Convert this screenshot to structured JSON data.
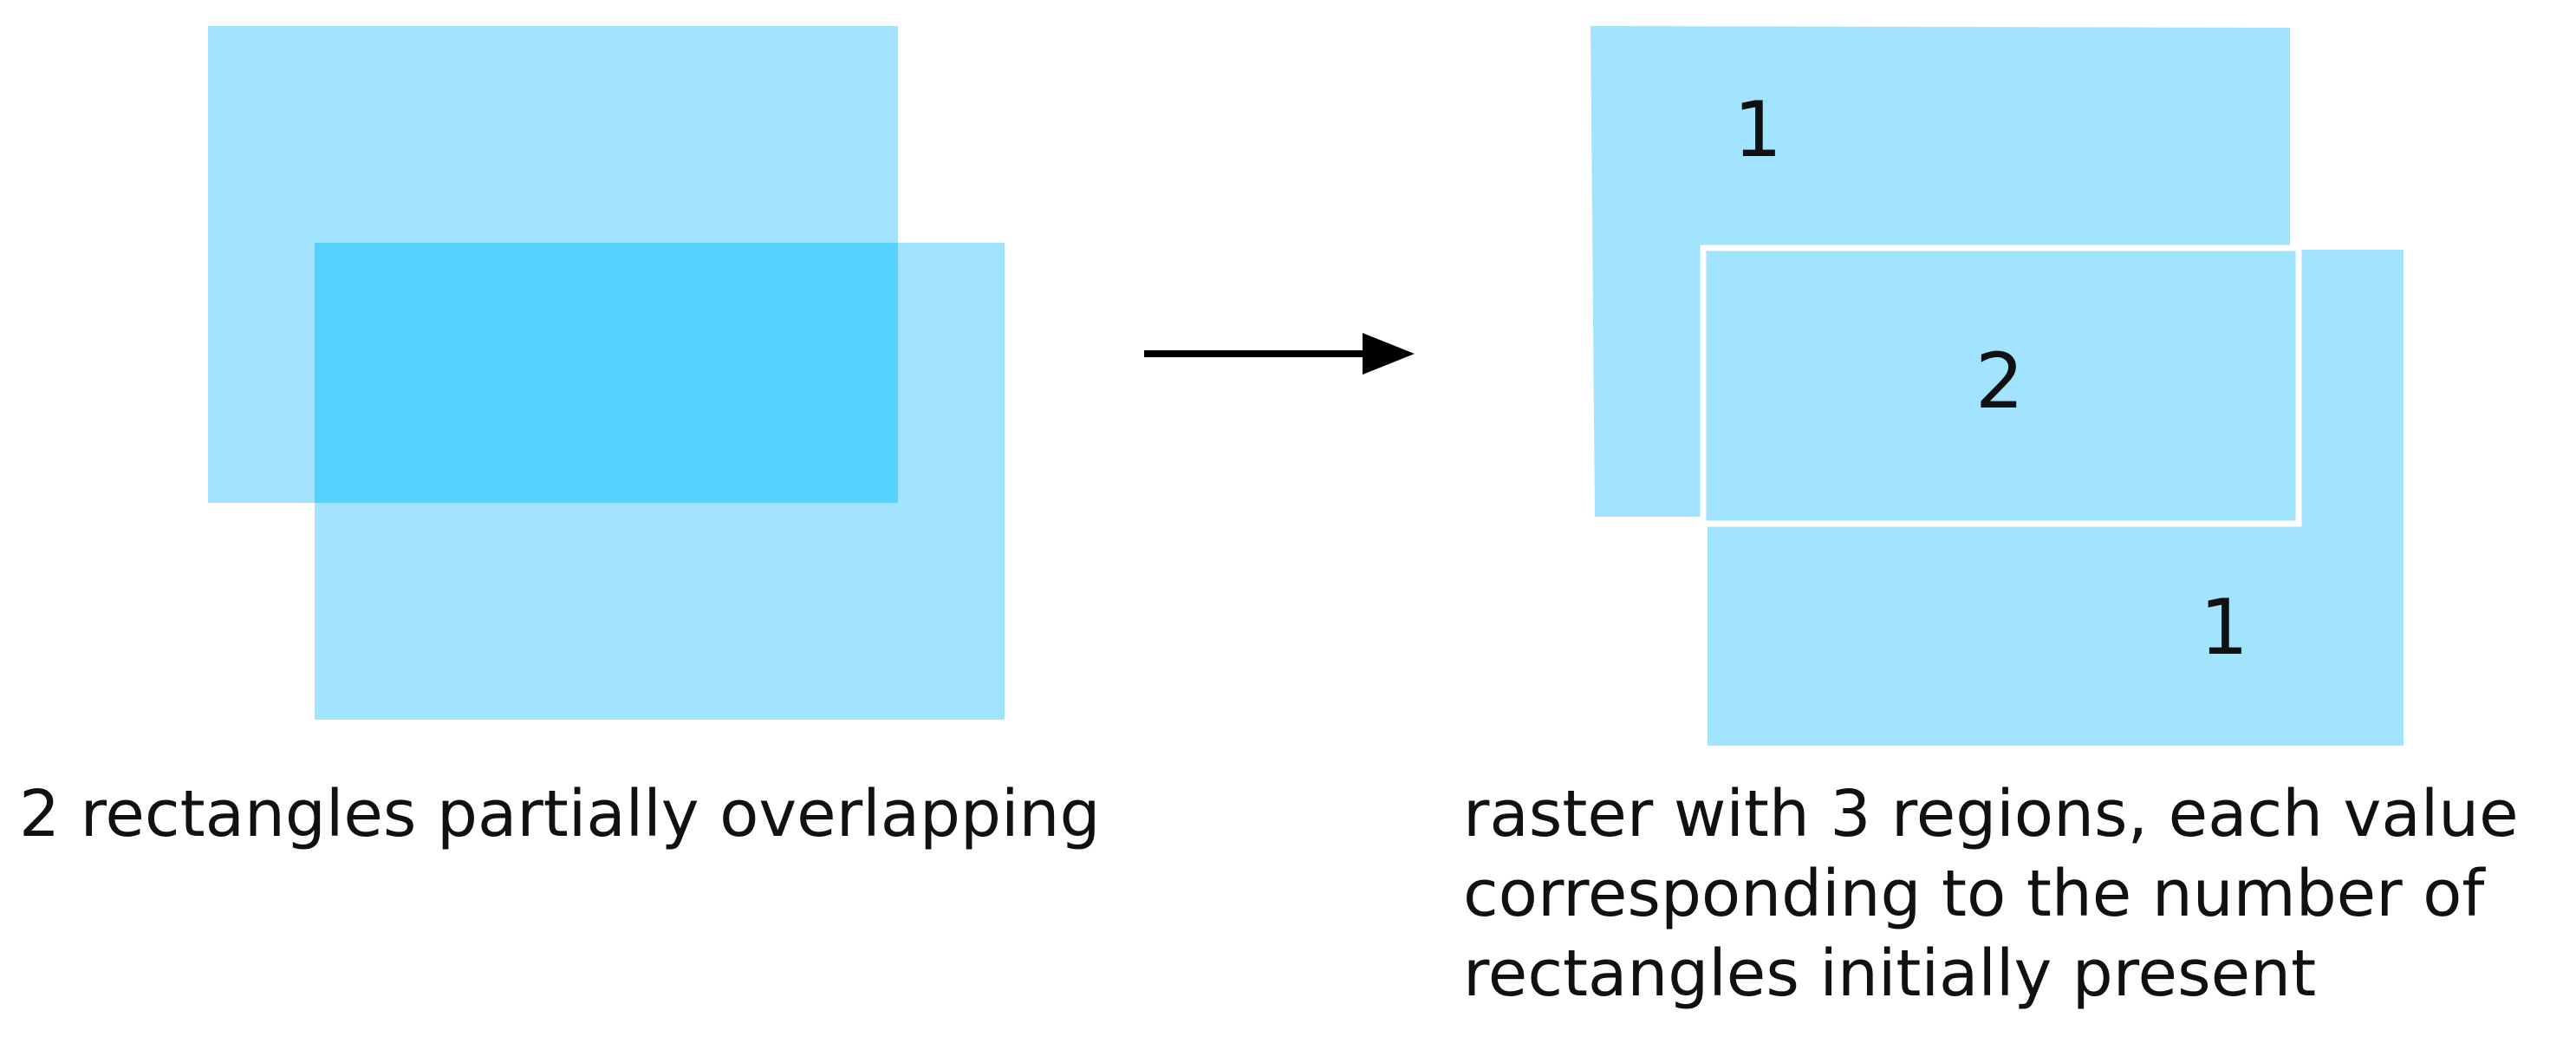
{
  "left_panel": {
    "caption": "2 rectangles partially overlapping"
  },
  "right_panel": {
    "caption_lines": [
      "raster with 3 regions, each value",
      "corresponding to the number of",
      "rectangles initially present"
    ],
    "region_labels": {
      "top": "1",
      "middle": "2",
      "bottom": "1"
    }
  },
  "colors": {
    "rect_fill": "#A2E4FD",
    "overlap_fill": "#55D2FF",
    "region_outline": "#ffffff",
    "arrow": "#000000",
    "text": "#111111"
  }
}
